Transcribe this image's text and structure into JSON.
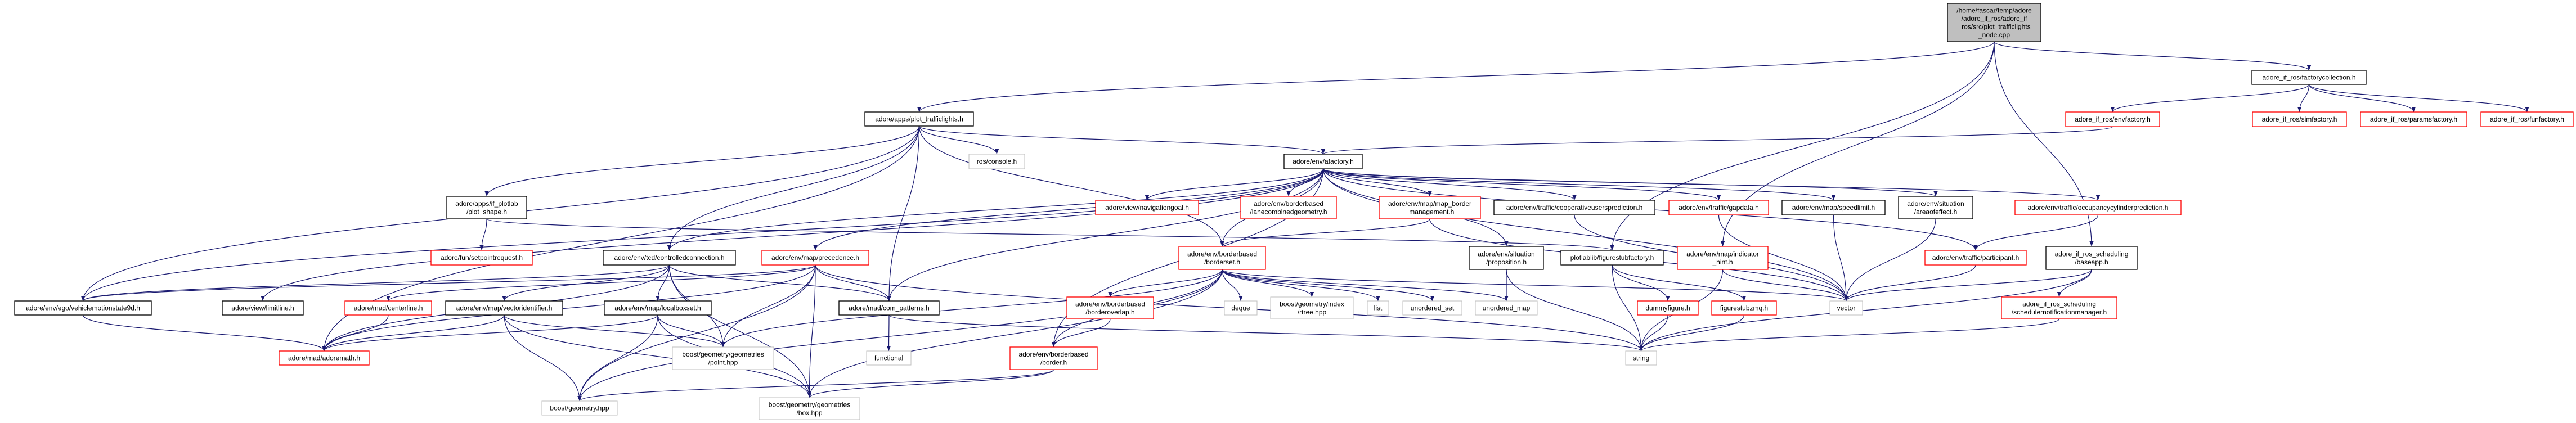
{
  "graph_type": "include dependency graph",
  "colors": {
    "edge": "#191970",
    "root_fill": "#bfbfbf",
    "documented_border": "#000000",
    "truncated_border": "#ff0000",
    "external_border": "#bfbfbf"
  },
  "nodes": [
    {
      "id": "root",
      "kind": "root",
      "lines": [
        "/home/fascar/temp/adore",
        "/adore_if_ros/adore_if",
        "_ros/src/plot_trafficlights",
        "_node.cpp"
      ]
    },
    {
      "id": "plot_trafficlights",
      "kind": "black",
      "lines": [
        "adore/apps/plot_trafficlights.h"
      ]
    },
    {
      "id": "factorycollection",
      "kind": "black",
      "lines": [
        "adore_if_ros/factorycollection.h"
      ]
    },
    {
      "id": "envfactory",
      "kind": "red",
      "lines": [
        "adore_if_ros/envfactory.h"
      ]
    },
    {
      "id": "simfactory",
      "kind": "red",
      "lines": [
        "adore_if_ros/simfactory.h"
      ]
    },
    {
      "id": "paramsfactory",
      "kind": "red",
      "lines": [
        "adore_if_ros/paramsfactory.h"
      ]
    },
    {
      "id": "funfactory",
      "kind": "red",
      "lines": [
        "adore_if_ros/funfactory.h"
      ]
    },
    {
      "id": "ros_console",
      "kind": "gray",
      "lines": [
        "ros/console.h"
      ]
    },
    {
      "id": "afactory",
      "kind": "black",
      "lines": [
        "adore/env/afactory.h"
      ]
    },
    {
      "id": "plot_shape",
      "kind": "black",
      "lines": [
        "adore/apps/if_plotlab",
        "/plot_shape.h"
      ]
    },
    {
      "id": "navigationgoal",
      "kind": "red",
      "lines": [
        "adore/view/navigationgoal.h"
      ]
    },
    {
      "id": "lanecombinedgeometry",
      "kind": "red",
      "lines": [
        "adore/env/borderbased",
        "/lanecombinedgeometry.h"
      ]
    },
    {
      "id": "map_border_management",
      "kind": "red",
      "lines": [
        "adore/env/map/map_border",
        "_management.h"
      ]
    },
    {
      "id": "cooperativeusersprediction",
      "kind": "black",
      "lines": [
        "adore/env/traffic/cooperativeusersprediction.h"
      ]
    },
    {
      "id": "gapdata",
      "kind": "red",
      "lines": [
        "adore/env/traffic/gapdata.h"
      ]
    },
    {
      "id": "speedlimit",
      "kind": "black",
      "lines": [
        "adore/env/map/speedlimit.h"
      ]
    },
    {
      "id": "areaofeffect",
      "kind": "black",
      "lines": [
        "adore/env/situation",
        "/areaofeffect.h"
      ]
    },
    {
      "id": "occupancycylinderprediction",
      "kind": "red",
      "lines": [
        "adore/env/traffic/occupancycylinderprediction.h"
      ]
    },
    {
      "id": "setpointrequest",
      "kind": "red",
      "lines": [
        "adore/fun/setpointrequest.h"
      ]
    },
    {
      "id": "controlledconnection",
      "kind": "black",
      "lines": [
        "adore/env/tcd/controlledconnection.h"
      ]
    },
    {
      "id": "precedence",
      "kind": "red",
      "lines": [
        "adore/env/map/precedence.h"
      ]
    },
    {
      "id": "borderset",
      "kind": "red",
      "lines": [
        "adore/env/borderbased",
        "/borderset.h"
      ]
    },
    {
      "id": "proposition",
      "kind": "black",
      "lines": [
        "adore/env/situation",
        "/proposition.h"
      ]
    },
    {
      "id": "figurestubfactory",
      "kind": "black",
      "lines": [
        "plotlablib/figurestubfactory.h"
      ]
    },
    {
      "id": "indicator_hint",
      "kind": "red",
      "lines": [
        "adore/env/map/indicator",
        "_hint.h"
      ]
    },
    {
      "id": "participant",
      "kind": "red",
      "lines": [
        "adore/env/traffic/participant.h"
      ]
    },
    {
      "id": "baseapp",
      "kind": "black",
      "lines": [
        "adore_if_ros_scheduling",
        "/baseapp.h"
      ]
    },
    {
      "id": "vehiclemotionstate9d",
      "kind": "black",
      "lines": [
        "adore/env/ego/vehiclemotionstate9d.h"
      ]
    },
    {
      "id": "limitline",
      "kind": "black",
      "lines": [
        "adore/view/limitline.h"
      ]
    },
    {
      "id": "centerline",
      "kind": "red",
      "lines": [
        "adore/mad/centerline.h"
      ]
    },
    {
      "id": "vectoridentifier",
      "kind": "black",
      "lines": [
        "adore/env/map/vectoridentifier.h"
      ]
    },
    {
      "id": "localboxset",
      "kind": "black",
      "lines": [
        "adore/env/map/localboxset.h"
      ]
    },
    {
      "id": "com_patterns",
      "kind": "black",
      "lines": [
        "adore/mad/com_patterns.h"
      ]
    },
    {
      "id": "borderoverlap",
      "kind": "red",
      "lines": [
        "adore/env/borderbased",
        "/borderoverlap.h"
      ]
    },
    {
      "id": "deque",
      "kind": "gray",
      "lines": [
        "deque"
      ]
    },
    {
      "id": "rtree",
      "kind": "gray",
      "lines": [
        "boost/geometry/index",
        "/rtree.hpp"
      ]
    },
    {
      "id": "list",
      "kind": "gray",
      "lines": [
        "list"
      ]
    },
    {
      "id": "unordered_set",
      "kind": "gray",
      "lines": [
        "unordered_set"
      ]
    },
    {
      "id": "unordered_map",
      "kind": "gray",
      "lines": [
        "unordered_map"
      ]
    },
    {
      "id": "dummyfigure",
      "kind": "red",
      "lines": [
        "dummyfigure.h"
      ]
    },
    {
      "id": "figurestubzmq",
      "kind": "red",
      "lines": [
        "figurestubzmq.h"
      ]
    },
    {
      "id": "vector",
      "kind": "gray",
      "lines": [
        "vector"
      ]
    },
    {
      "id": "schedulernotificationmanager",
      "kind": "red",
      "lines": [
        "adore_if_ros_scheduling",
        "/schedulernotificationmanager.h"
      ]
    },
    {
      "id": "adoremath",
      "kind": "red",
      "lines": [
        "adore/mad/adoremath.h"
      ]
    },
    {
      "id": "point",
      "kind": "gray",
      "lines": [
        "boost/geometry/geometries",
        "/point.hpp"
      ]
    },
    {
      "id": "functional",
      "kind": "gray",
      "lines": [
        "functional"
      ]
    },
    {
      "id": "border",
      "kind": "red",
      "lines": [
        "adore/env/borderbased",
        "/border.h"
      ]
    },
    {
      "id": "string",
      "kind": "gray",
      "lines": [
        "string"
      ]
    },
    {
      "id": "boost_geometry",
      "kind": "gray",
      "lines": [
        "boost/geometry.hpp"
      ]
    },
    {
      "id": "box",
      "kind": "gray",
      "lines": [
        "boost/geometry/geometries",
        "/box.hpp"
      ]
    }
  ],
  "edges": [
    [
      "root",
      "plot_trafficlights"
    ],
    [
      "root",
      "figurestubfactory"
    ],
    [
      "root",
      "indicator_hint"
    ],
    [
      "root",
      "factorycollection"
    ],
    [
      "root",
      "baseapp"
    ],
    [
      "factorycollection",
      "envfactory"
    ],
    [
      "factorycollection",
      "simfactory"
    ],
    [
      "factorycollection",
      "paramsfactory"
    ],
    [
      "factorycollection",
      "funfactory"
    ],
    [
      "envfactory",
      "afactory"
    ],
    [
      "plot_trafficlights",
      "afactory"
    ],
    [
      "plot_trafficlights",
      "ros_console"
    ],
    [
      "plot_trafficlights",
      "plot_shape"
    ],
    [
      "plot_trafficlights",
      "controlledconnection"
    ],
    [
      "plot_trafficlights",
      "com_patterns"
    ],
    [
      "plot_trafficlights",
      "borderset"
    ],
    [
      "plot_trafficlights",
      "vehiclemotionstate9d"
    ],
    [
      "plot_trafficlights",
      "adoremath"
    ],
    [
      "plot_shape",
      "setpointrequest"
    ],
    [
      "plot_shape",
      "figurestubfactory"
    ],
    [
      "afactory",
      "navigationgoal"
    ],
    [
      "afactory",
      "lanecombinedgeometry"
    ],
    [
      "afactory",
      "map_border_management"
    ],
    [
      "afactory",
      "cooperativeusersprediction"
    ],
    [
      "afactory",
      "gapdata"
    ],
    [
      "afactory",
      "speedlimit"
    ],
    [
      "afactory",
      "areaofeffect"
    ],
    [
      "afactory",
      "occupancycylinderprediction"
    ],
    [
      "afactory",
      "participant"
    ],
    [
      "afactory",
      "controlledconnection"
    ],
    [
      "afactory",
      "precedence"
    ],
    [
      "afactory",
      "com_patterns"
    ],
    [
      "afactory",
      "vehiclemotionstate9d"
    ],
    [
      "afactory",
      "limitline"
    ],
    [
      "afactory",
      "borderset"
    ],
    [
      "afactory",
      "border"
    ],
    [
      "afactory",
      "proposition"
    ],
    [
      "afactory",
      "vector"
    ],
    [
      "map_border_management",
      "borderset"
    ],
    [
      "map_border_management",
      "vector"
    ],
    [
      "controlledconnection",
      "vectoridentifier"
    ],
    [
      "controlledconnection",
      "localboxset"
    ],
    [
      "controlledconnection",
      "point"
    ],
    [
      "controlledconnection",
      "box"
    ],
    [
      "controlledconnection",
      "com_patterns"
    ],
    [
      "controlledconnection",
      "vehiclemotionstate9d"
    ],
    [
      "controlledconnection",
      "adoremath"
    ],
    [
      "precedence",
      "point"
    ],
    [
      "precedence",
      "box"
    ],
    [
      "precedence",
      "com_patterns"
    ],
    [
      "precedence",
      "vehiclemotionstate9d"
    ],
    [
      "precedence",
      "adoremath"
    ],
    [
      "precedence",
      "centerline"
    ],
    [
      "precedence",
      "string"
    ],
    [
      "precedence",
      "boost_geometry"
    ],
    [
      "vectoridentifier",
      "adoremath"
    ],
    [
      "vectoridentifier",
      "boost_geometry"
    ],
    [
      "vectoridentifier",
      "point"
    ],
    [
      "vectoridentifier",
      "box"
    ],
    [
      "localboxset",
      "adoremath"
    ],
    [
      "localboxset",
      "boost_geometry"
    ],
    [
      "localboxset",
      "point"
    ],
    [
      "localboxset",
      "box"
    ],
    [
      "centerline",
      "adoremath"
    ],
    [
      "vehiclemotionstate9d",
      "adoremath"
    ],
    [
      "com_patterns",
      "functional"
    ],
    [
      "com_patterns",
      "string"
    ],
    [
      "borderset",
      "borderoverlap"
    ],
    [
      "borderset",
      "border"
    ],
    [
      "borderset",
      "deque"
    ],
    [
      "borderset",
      "rtree"
    ],
    [
      "borderset",
      "list"
    ],
    [
      "borderset",
      "unordered_set"
    ],
    [
      "borderset",
      "unordered_map"
    ],
    [
      "borderset",
      "vector"
    ],
    [
      "borderset",
      "point"
    ],
    [
      "borderset",
      "box"
    ],
    [
      "borderset",
      "boost_geometry"
    ],
    [
      "borderoverlap",
      "border"
    ],
    [
      "border",
      "box"
    ],
    [
      "border",
      "boost_geometry"
    ],
    [
      "proposition",
      "unordered_map"
    ],
    [
      "proposition",
      "string"
    ],
    [
      "figurestubfactory",
      "dummyfigure"
    ],
    [
      "figurestubfactory",
      "figurestubzmq"
    ],
    [
      "figurestubfactory",
      "string"
    ],
    [
      "dummyfigure",
      "string"
    ],
    [
      "figurestubzmq",
      "string"
    ],
    [
      "indicator_hint",
      "vector"
    ],
    [
      "indicator_hint",
      "string"
    ],
    [
      "cooperativeusersprediction",
      "vector"
    ],
    [
      "gapdata",
      "vector"
    ],
    [
      "speedlimit",
      "vector"
    ],
    [
      "areaofeffect",
      "vector"
    ],
    [
      "occupancycylinderprediction",
      "participant"
    ],
    [
      "participant",
      "vector"
    ],
    [
      "baseapp",
      "vector"
    ],
    [
      "baseapp",
      "string"
    ],
    [
      "baseapp",
      "schedulernotificationmanager"
    ],
    [
      "schedulernotificationmanager",
      "string"
    ]
  ]
}
